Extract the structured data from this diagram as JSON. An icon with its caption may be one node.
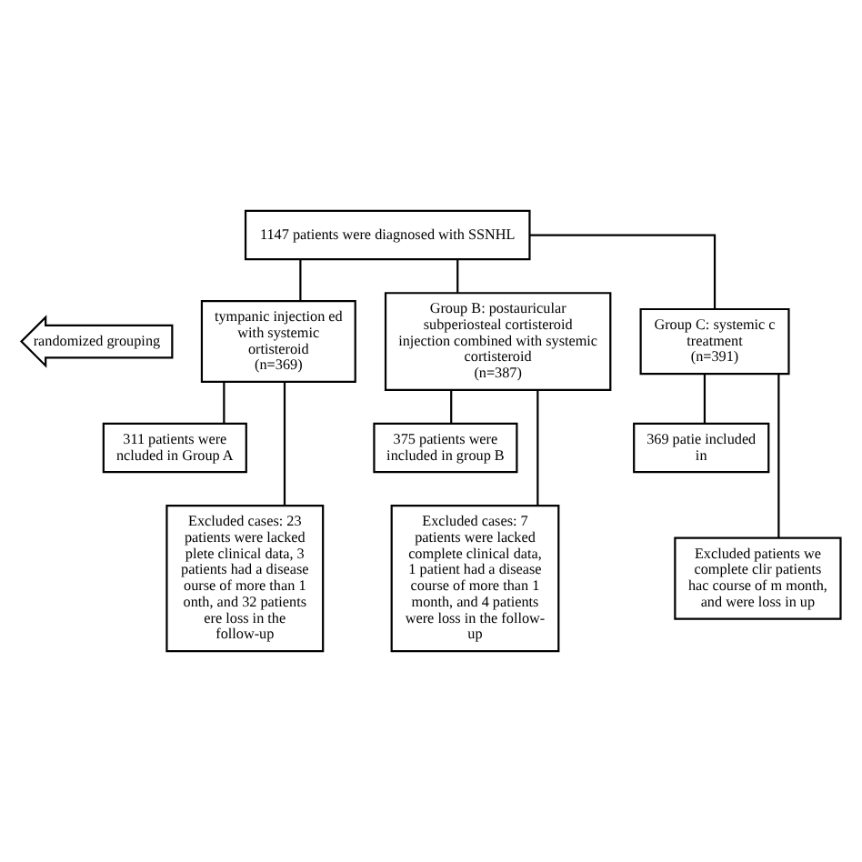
{
  "diagram": {
    "nodes": [
      {
        "text": [
          "1147 patients were diagnosed with SSNHL"
        ]
      },
      {
        "text": [
          "randomized grouping"
        ]
      },
      {
        "text": [
          "tympanic injection ed with systemic ortisteroid",
          "(n=369)"
        ]
      },
      {
        "text": [
          "Group B: postauricular subperiosteal cortisteroid injection combined with systemic cortisteroid",
          "(n=387)"
        ]
      },
      {
        "text": [
          "Group C: systemic c treatment",
          "(n=391)"
        ]
      },
      {
        "text": [
          "311 patients were ncluded in Group A"
        ]
      },
      {
        "text": [
          "Excluded cases: 23 patients were lacked plete clinical data, 3 patients had a disease ourse of more than 1 onth, and 32 patients ere loss in the follow-up"
        ]
      },
      {
        "text": [
          "375 patients were included in group B"
        ]
      },
      {
        "text": [
          "Excluded cases: 7 patients were lacked complete clinical data, 1 patient had a disease course of more than 1 month, and 4 patients were loss in the follow-up"
        ]
      },
      {
        "text": [
          "369 patie included in"
        ]
      },
      {
        "text": [
          "Excluded patients we complete clir patients hac course of m month, and were loss in up"
        ]
      }
    ],
    "edges": [
      {
        "from": 0,
        "to": 2,
        "arrow": "none"
      },
      {
        "from": 0,
        "to": 3,
        "arrow": "none"
      },
      {
        "from": 0,
        "to": 4,
        "arrow": "none"
      },
      {
        "from": 2,
        "to": 5,
        "arrow": "none"
      },
      {
        "from": 2,
        "to": 6,
        "arrow": "none"
      },
      {
        "from": 3,
        "to": 7,
        "arrow": "none"
      },
      {
        "from": 3,
        "to": 8,
        "arrow": "none"
      },
      {
        "from": 4,
        "to": 9,
        "arrow": "none"
      },
      {
        "from": 4,
        "to": 10,
        "arrow": "none"
      }
    ]
  }
}
